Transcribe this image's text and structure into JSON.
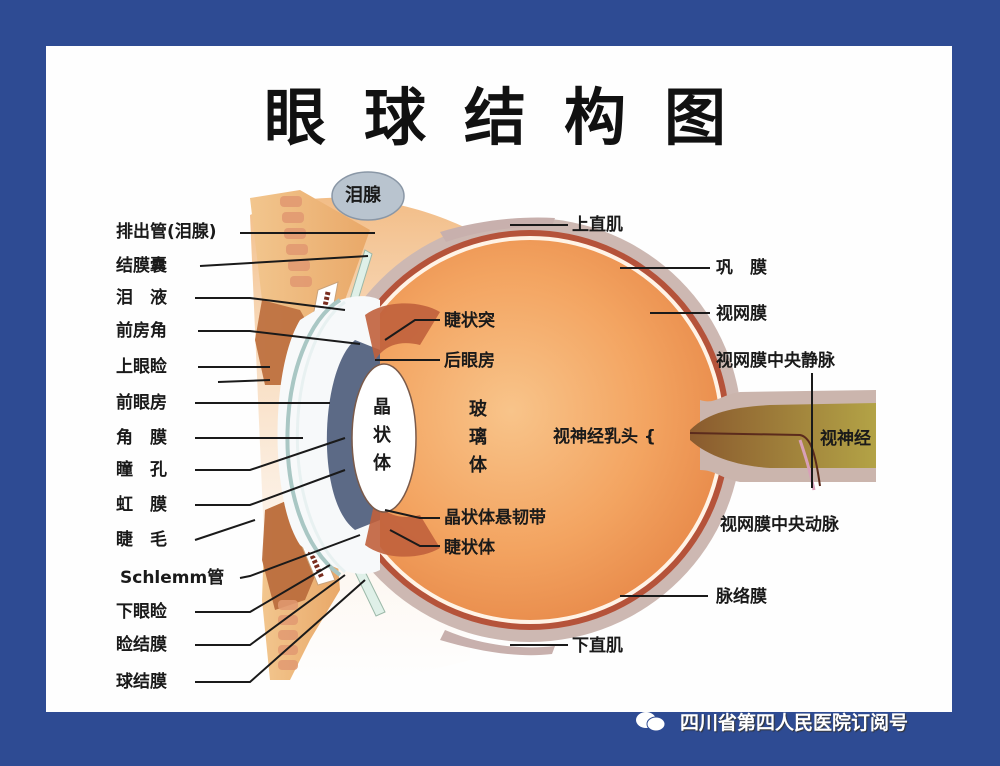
{
  "title": "眼球结构图",
  "colors": {
    "frame": "#2e4b93",
    "panel": "#fefefe",
    "vitreous": "#f2a05e",
    "sclera": "#c9b3ae",
    "choroid": "#b5533a",
    "iris": "#5c6a86",
    "lens": "#ffffff",
    "optic_nerve": "#a8893e",
    "eyelid": "#b8693a",
    "lacrimal_gland": "#b9c4cf"
  },
  "labels": {
    "lacrimal_gland": "泪腺",
    "left": [
      {
        "id": "excretory-duct",
        "text": "排出管(泪腺)"
      },
      {
        "id": "conjunctival-sac",
        "text": "结膜囊"
      },
      {
        "id": "tear-fluid",
        "text": "泪　液"
      },
      {
        "id": "anterior-chamber-angle",
        "text": "前房角"
      },
      {
        "id": "upper-eyelid",
        "text": "上眼睑"
      },
      {
        "id": "anterior-chamber",
        "text": "前眼房"
      },
      {
        "id": "cornea",
        "text": "角　膜"
      },
      {
        "id": "pupil",
        "text": "瞳　孔"
      },
      {
        "id": "iris",
        "text": "虹　膜"
      },
      {
        "id": "eyelash",
        "text": "睫　毛"
      },
      {
        "id": "schlemm-canal",
        "text": "Schlemm管"
      },
      {
        "id": "lower-eyelid",
        "text": "下眼睑"
      },
      {
        "id": "palpebral-conjunctiva",
        "text": "睑结膜"
      },
      {
        "id": "bulbar-conjunctiva",
        "text": "球结膜"
      }
    ],
    "inner": [
      {
        "id": "ciliary-process",
        "text": "睫状突"
      },
      {
        "id": "posterior-chamber",
        "text": "后眼房"
      },
      {
        "id": "zonule",
        "text": "晶状体悬韧带"
      },
      {
        "id": "ciliary-body",
        "text": "睫状体"
      },
      {
        "id": "optic-disc",
        "text": "视神经乳头 {"
      }
    ],
    "lens": [
      "晶",
      "状",
      "体"
    ],
    "vitreous": [
      "玻",
      "璃",
      "体"
    ],
    "right": [
      {
        "id": "superior-rectus",
        "text": "上直肌"
      },
      {
        "id": "sclera",
        "text": "巩　膜"
      },
      {
        "id": "retina",
        "text": "视网膜"
      },
      {
        "id": "central-retinal-vein",
        "text": "视网膜中央静脉"
      },
      {
        "id": "optic-nerve",
        "text": "视神经"
      },
      {
        "id": "central-retinal-artery",
        "text": "视网膜中央动脉"
      },
      {
        "id": "choroid",
        "text": "脉络膜"
      },
      {
        "id": "inferior-rectus",
        "text": "下直肌"
      }
    ]
  },
  "watermark": {
    "icon": "wechat-icon",
    "text": "四川省第四人民医院订阅号"
  }
}
